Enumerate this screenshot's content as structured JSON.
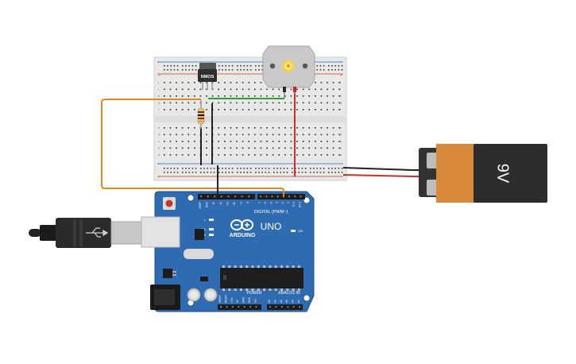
{
  "canvas": {
    "background": "#ffffff"
  },
  "breadboard": {
    "row_letters_top": [
      "j",
      "i",
      "h",
      "g",
      "f"
    ],
    "row_letters_bottom": [
      "e",
      "d",
      "c",
      "b",
      "a"
    ],
    "rail_plus": "+",
    "rail_minus": "-",
    "colors": {
      "body": "#e8e8e6",
      "hole": "#3a3a3a",
      "rail_red": "#d43a2f",
      "rail_blue": "#2a66c2"
    }
  },
  "components": {
    "mosfet": {
      "label": "NMOS"
    },
    "battery": {
      "label": "9V",
      "colors": {
        "label_band": "#d88a3a",
        "body": "#2d2d2d"
      }
    },
    "motor": {
      "colors": {
        "body": "#c9c9c9",
        "gear": "#f2d04b"
      }
    },
    "resistor": {
      "colors": {
        "body": "#e2c08a"
      }
    }
  },
  "arduino": {
    "brand": "ARDUINO",
    "model": "UNO",
    "digital_label": "DIGITAL (PWM~)",
    "power_label": "POWER",
    "analog_label": "ANALOG IN",
    "led_labels": [
      "L",
      "TX",
      "RX",
      "ON"
    ],
    "top_pin_labels": [
      "AREF",
      "GND",
      "13",
      "12",
      "~11",
      "~10",
      "~9",
      "8",
      "7",
      "~6",
      "~5",
      "4",
      "~3",
      "2",
      "TX 1",
      "RX 0"
    ],
    "bottom_power_labels": [
      "IOREF",
      "RESET",
      "3.3V",
      "5V",
      "GND",
      "GND",
      "Vin"
    ],
    "bottom_analog_labels": [
      "A0",
      "A1",
      "A2",
      "A3",
      "A4",
      "A5"
    ],
    "colors": {
      "board": "#2f6bb0",
      "edge": "#1f4f86"
    }
  },
  "wires": {
    "colors": {
      "orange": "#e08a1e",
      "black": "#222222",
      "red": "#d22b2b",
      "green": "#2fa03a"
    }
  }
}
